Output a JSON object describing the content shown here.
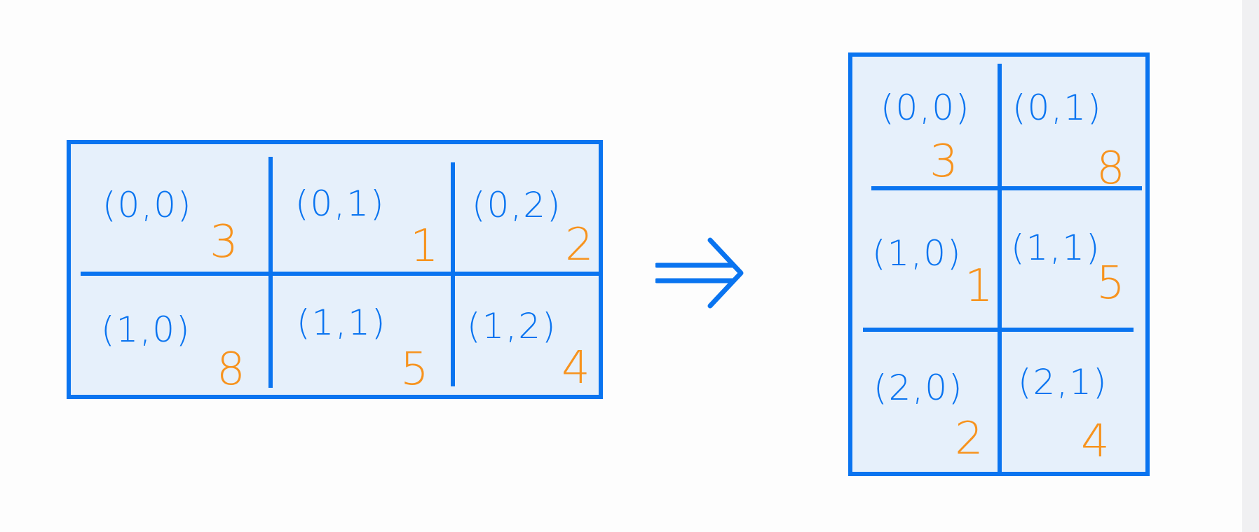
{
  "colors": {
    "outline": "#0a74f0",
    "cell_fill": "#e6f0fb",
    "value": "#f7931e",
    "background": "#fdfdfd"
  },
  "source_grid": {
    "rows": 2,
    "cols": 3,
    "cells": [
      {
        "coord": "(0,0)",
        "value": "3"
      },
      {
        "coord": "(0,1)",
        "value": "1"
      },
      {
        "coord": "(0,2)",
        "value": "2"
      },
      {
        "coord": "(1,0)",
        "value": "8"
      },
      {
        "coord": "(1,1)",
        "value": "5"
      },
      {
        "coord": "(1,2)",
        "value": "4"
      }
    ]
  },
  "arrow": {
    "icon": "double-arrow-right-icon"
  },
  "target_grid": {
    "rows": 3,
    "cols": 2,
    "cells": [
      {
        "coord": "(0,0)",
        "value": "3"
      },
      {
        "coord": "(0,1)",
        "value": "8"
      },
      {
        "coord": "(1,0)",
        "value": "1"
      },
      {
        "coord": "(1,1)",
        "value": "5"
      },
      {
        "coord": "(2,0)",
        "value": "2"
      },
      {
        "coord": "(2,1)",
        "value": "4"
      }
    ]
  }
}
